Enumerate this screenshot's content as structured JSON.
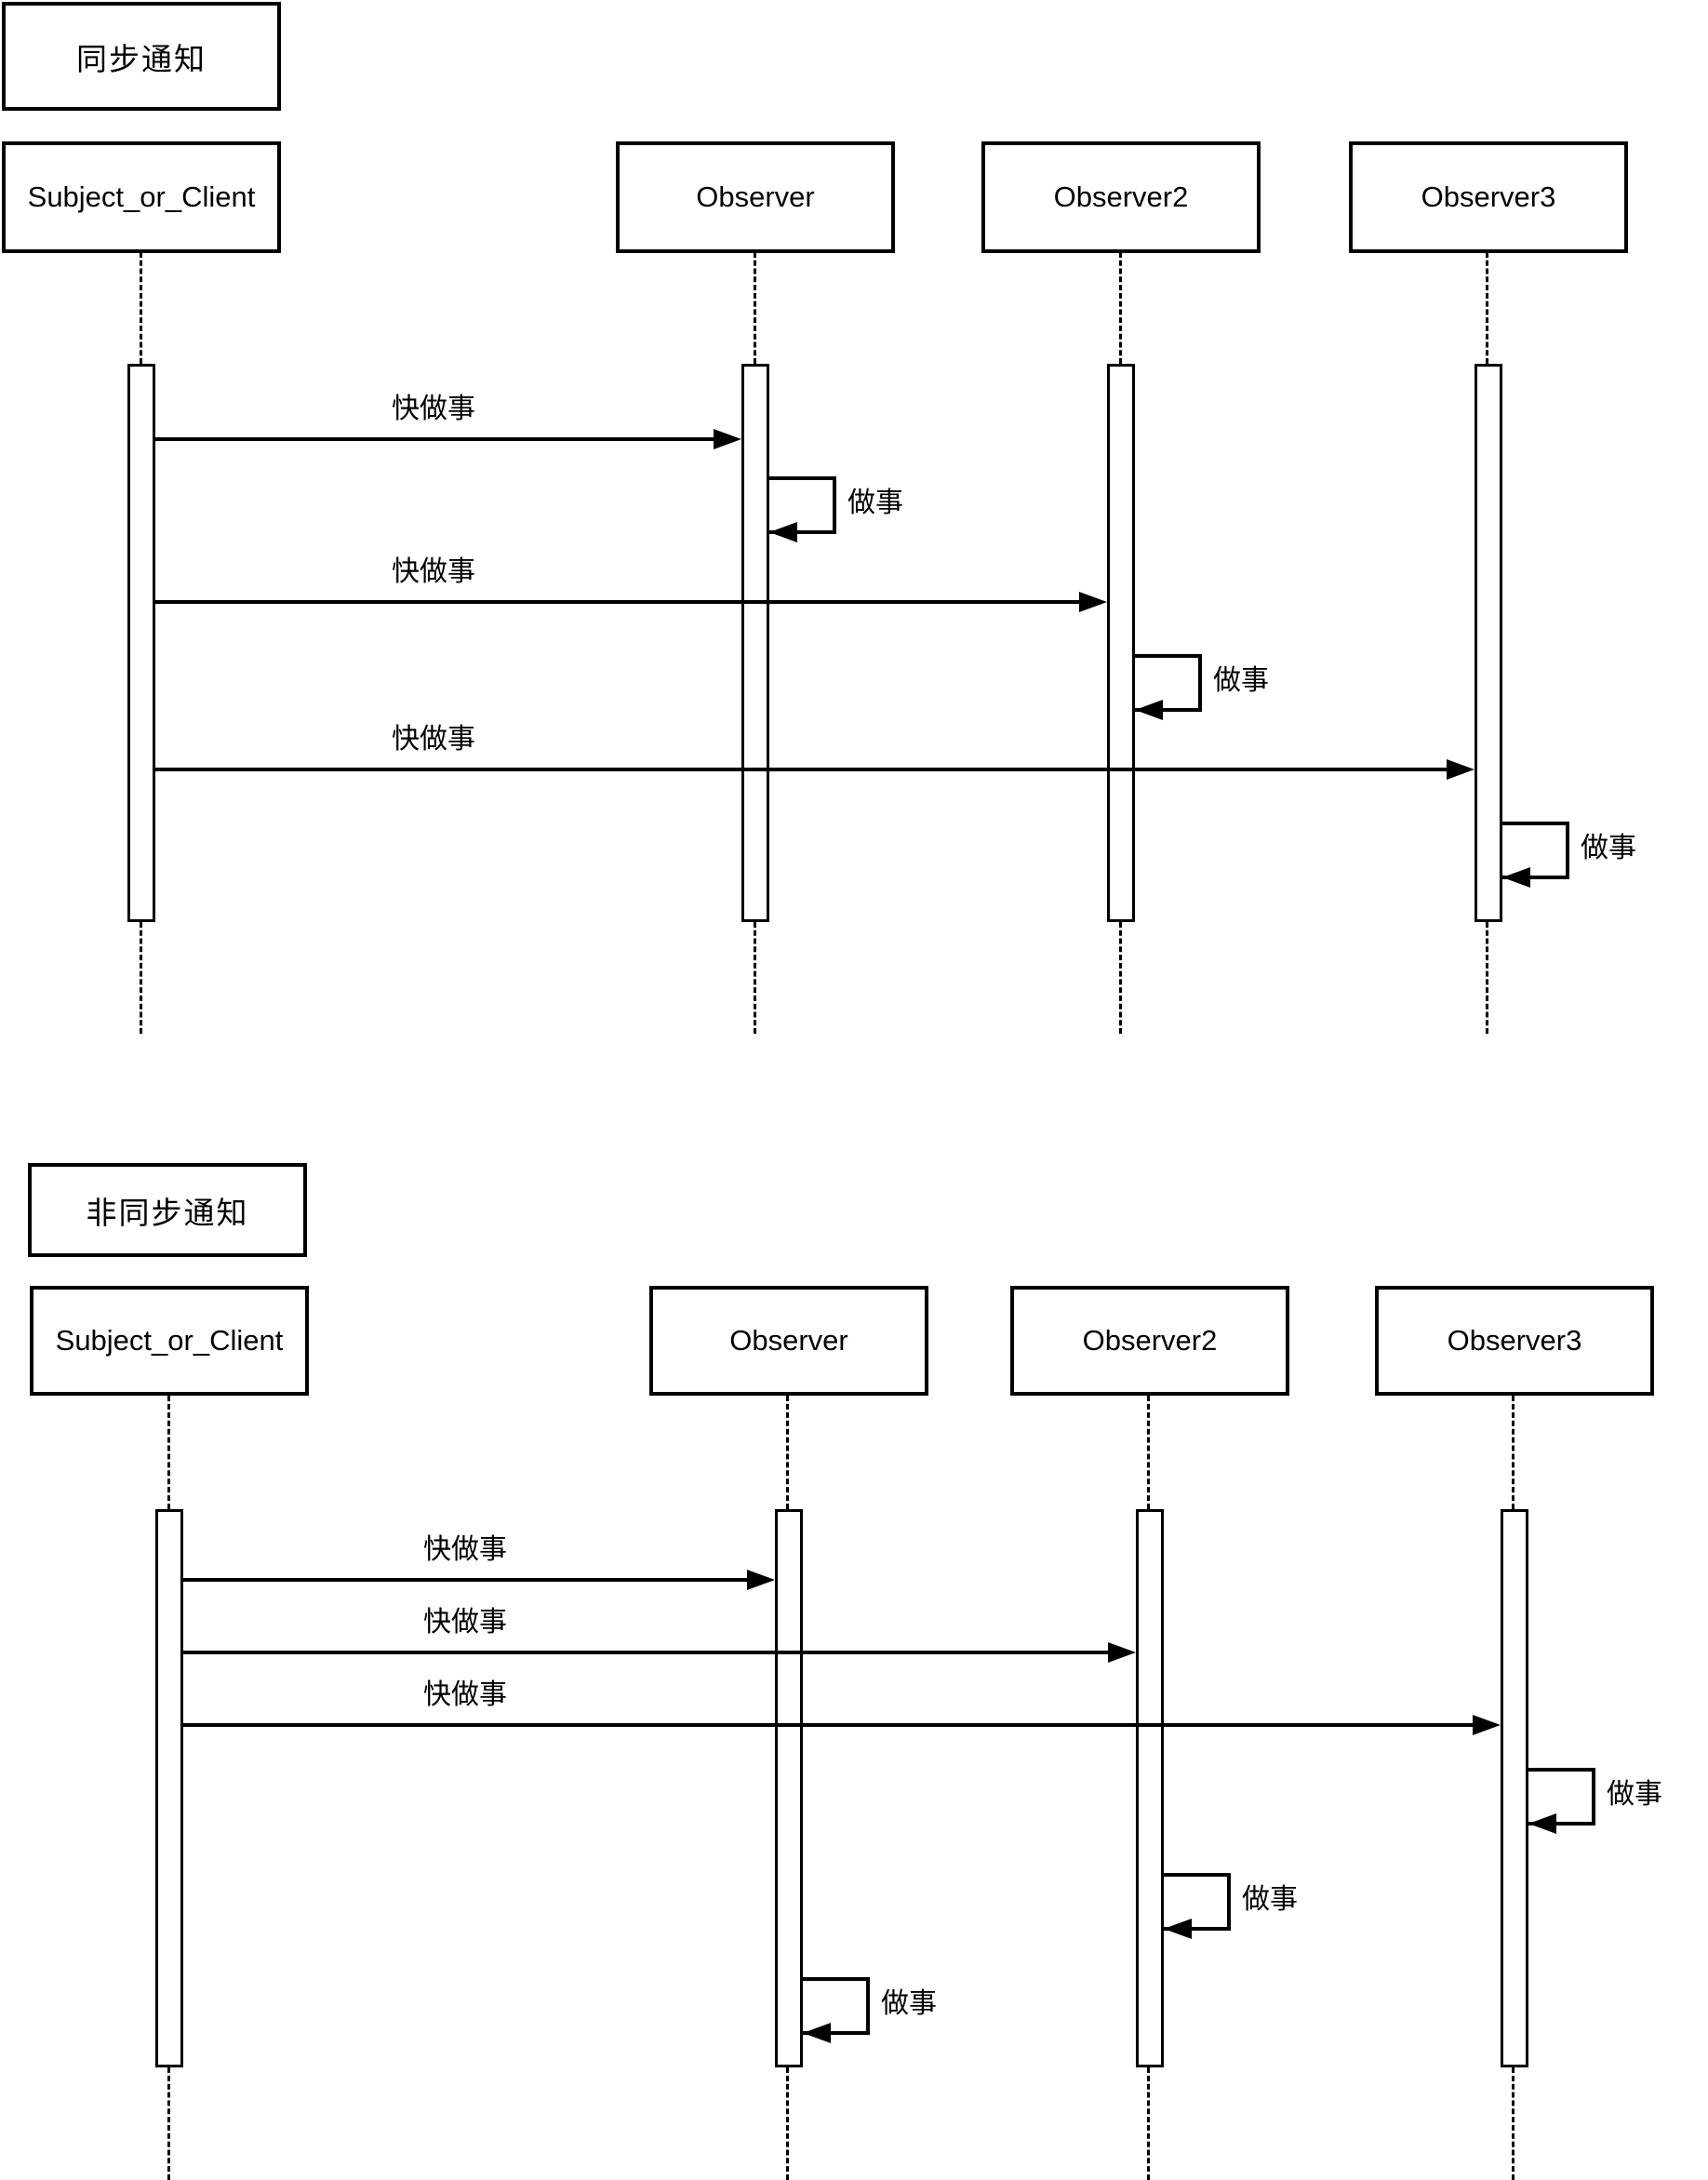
{
  "colors": {
    "stroke": "#000000",
    "background": "#ffffff"
  },
  "diagrams": [
    {
      "title": "同步通知",
      "participants": [
        "Subject_or_Client",
        "Observer",
        "Observer2",
        "Observer3"
      ],
      "messages": [
        {
          "from": "Subject_or_Client",
          "to": "Observer",
          "label": "快做事"
        },
        {
          "from": "Subject_or_Client",
          "to": "Observer2",
          "label": "快做事"
        },
        {
          "from": "Subject_or_Client",
          "to": "Observer3",
          "label": "快做事"
        }
      ],
      "self_messages": [
        {
          "participant": "Observer",
          "label": "做事"
        },
        {
          "participant": "Observer2",
          "label": "做事"
        },
        {
          "participant": "Observer3",
          "label": "做事"
        }
      ]
    },
    {
      "title": "非同步通知",
      "participants": [
        "Subject_or_Client",
        "Observer",
        "Observer2",
        "Observer3"
      ],
      "messages": [
        {
          "from": "Subject_or_Client",
          "to": "Observer",
          "label": "快做事"
        },
        {
          "from": "Subject_or_Client",
          "to": "Observer2",
          "label": "快做事"
        },
        {
          "from": "Subject_or_Client",
          "to": "Observer3",
          "label": "快做事"
        }
      ],
      "self_messages": [
        {
          "participant": "Observer3",
          "label": "做事"
        },
        {
          "participant": "Observer2",
          "label": "做事"
        },
        {
          "participant": "Observer",
          "label": "做事"
        }
      ]
    }
  ]
}
